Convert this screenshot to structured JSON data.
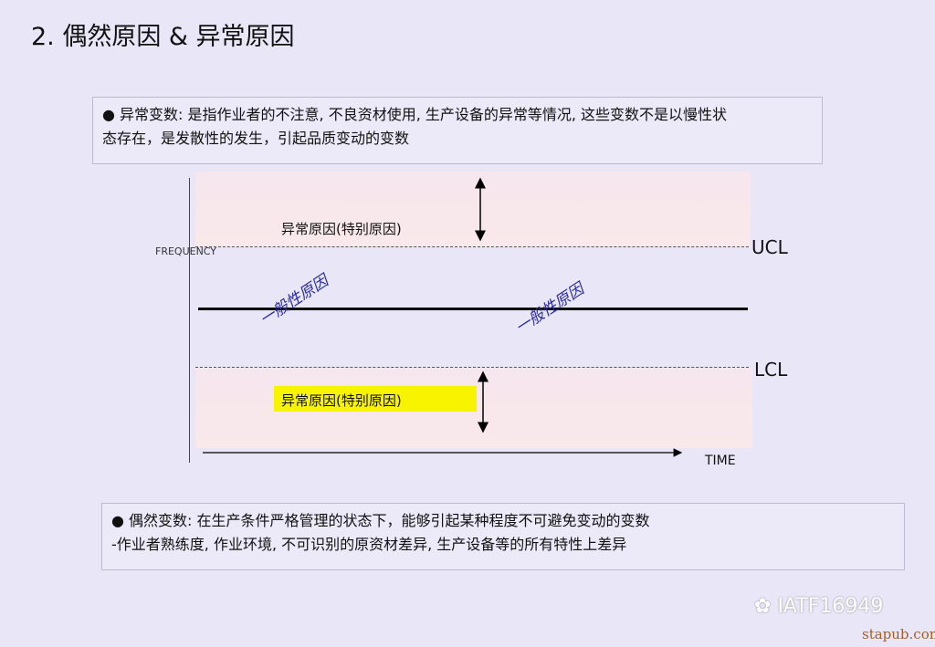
{
  "title": "2. 偶然原因 & 异常原因",
  "abnormal_box": {
    "line1": "● 异常变数: 是指作业者的不注意, 不良资材使用, 生产设备的异常等情况, 这些变数不是以慢性状",
    "line2": "态存在，是发散性的发生，引起品质变动的变数"
  },
  "diagram": {
    "y_axis_label": "FREQUENCY",
    "x_axis_label": "TIME",
    "ucl": "UCL",
    "lcl": "LCL",
    "upper_zone": "异常原因(特别原因)",
    "lower_zone": "异常原因(特别原因)",
    "common_1": "一般性原因",
    "common_2": "一般性原因",
    "highlight_color": "#f8f400"
  },
  "chance_box": {
    "line1": "● 偶然变数: 在生产条件严格管理的状态下，能够引起某种程度不可避免变动的变数",
    "line2": "-作业者熟练度, 作业环境, 不可识别的原资材差异, 生产设备等的所有特性上差异"
  },
  "watermark": {
    "wechat": "IATF16949",
    "site": "stapub.com"
  }
}
